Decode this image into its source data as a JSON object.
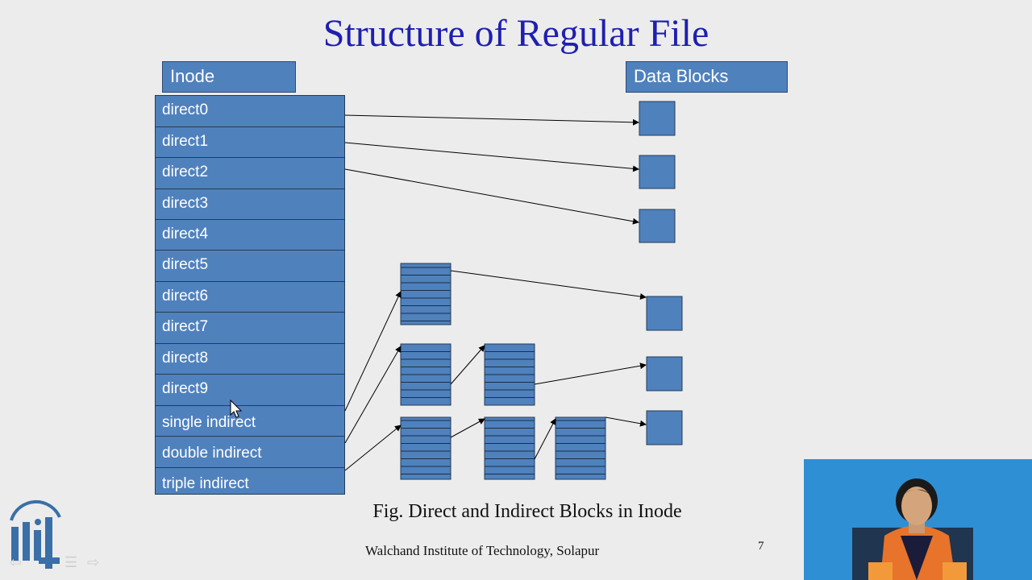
{
  "slide": {
    "title": "Structure of Regular File",
    "caption": "Fig. Direct and Indirect Blocks in Inode",
    "footer": "Walchand Institute of Technology, Solapur",
    "page_number": "7"
  },
  "inode": {
    "header": "Inode",
    "rows": [
      "direct0",
      "direct1",
      "direct2",
      "direct3",
      "direct4",
      "direct5",
      "direct6",
      "direct7",
      "direct8",
      "direct9",
      "single indirect",
      "double indirect",
      "triple indirect"
    ]
  },
  "data_blocks": {
    "header": "Data Blocks"
  },
  "colors": {
    "box_fill": "#4f81bd",
    "box_border": "#243b57",
    "title": "#1f1fb0",
    "presenter_bg": "#2f8fd4",
    "saree": "#e8732a"
  },
  "icons": [
    "mouse-cursor-icon",
    "prev-slide-icon",
    "menu-icon",
    "next-slide-icon"
  ]
}
